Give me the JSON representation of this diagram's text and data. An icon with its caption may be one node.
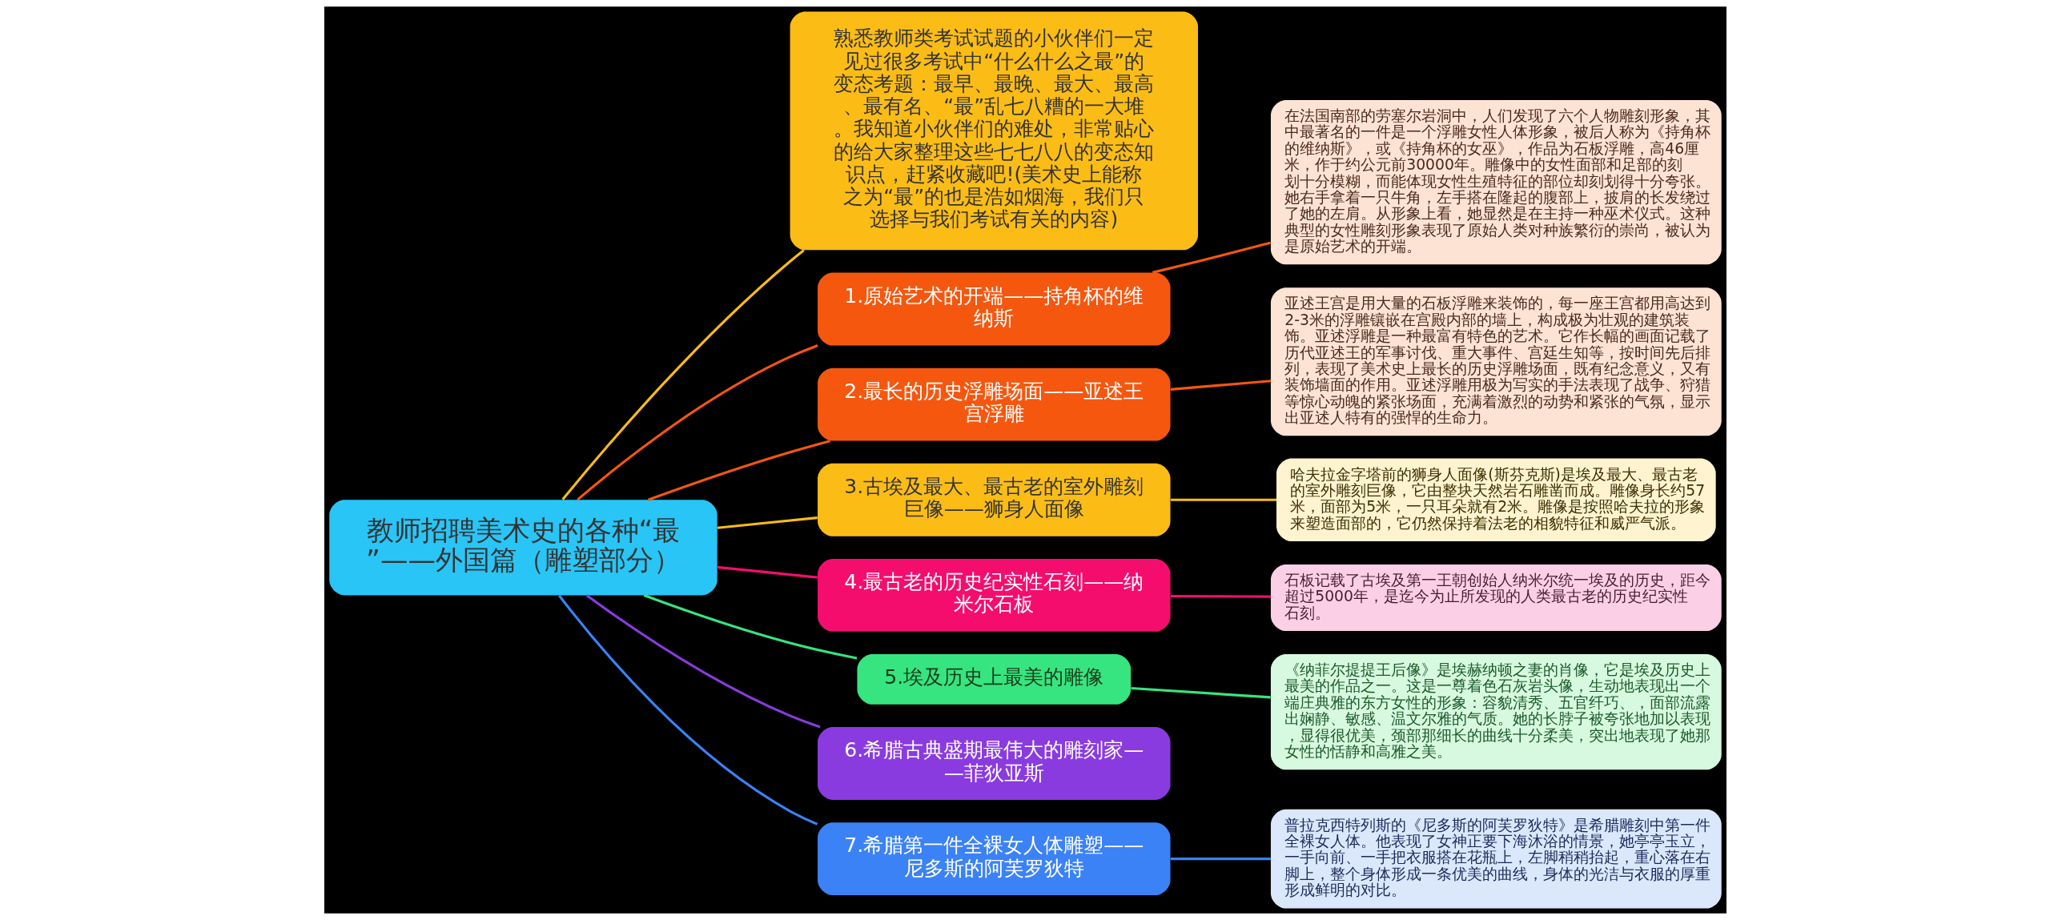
{
  "diagram": {
    "nodes": [
      {
        "text": [
          "教师招聘美术史的各种“最”——外国篇（雕塑部分）"
        ]
      },
      {
        "text": [
          "熟悉教师类考试试题的小伙伴们一定见过很多考试中“什么什么之最”的变态考题：最早、最晚、最大、最高、最有名、“最”乱七八糟的一大堆。我知道小伙伴们的难处，非常贴心的给大家整理这些七七八八的变态知识点，赶紧收藏吧!(美术史上能称之为“最”的也是浩如烟海，我们只选择与我们考试有关的内容)"
        ]
      },
      {
        "text": [
          "1.原始艺术的开端——持角杯的维纳斯"
        ]
      },
      {
        "text": [
          "在法国南部的劳塞尔岩洞中，人们发现了六个人物雕刻形象，其中最著名的一件是一个浮雕女性人体形象，被后人称为《持角杯的维纳斯》，或《持角杯的女巫》，作品为石板浮雕，高46厘米，作于约公元前30000年。雕像中的女性面部和足部的刻划十分模糊，而能体现女性生殖特征的部位却刻划得十分夸张。她右手拿着一只牛角，左手搭在隆起的腹部上，披肩的长发绕过了她的左肩。从形象上看，她显然是在主持一种巫术仪式。这种典型的女性雕刻形象表现了原始人类对种族繁衍的崇尚，被认为是原始艺术的开端。"
        ]
      },
      {
        "text": [
          "2.最长的历史浮雕场面——亚述王宫浮雕"
        ]
      },
      {
        "text": [
          "亚述王宫是用大量的石板浮雕来装饰的，每一座王宫都用高达到2-3米的浮雕镶嵌在宫殿内部的墙上，构成极为壮观的建筑装饰。亚述浮雕是一种最富有特色的艺术。它作长幅的画面记载了历代亚述王的军事讨伐、重大事件、宫廷生知等，按时间先后排列，表现了美术史上最长的历史浮雕场面，既有纪念意义，又有装饰墙面的作用。亚述浮雕用极为写实的手法表现了战争、狩猎等惊心动魄的紧张场面，充满着激烈的动势和紧张的气氛，显示出亚述人特有的强悍的生命力。"
        ]
      },
      {
        "text": [
          "3.古埃及最大、最古老的室外雕刻巨像——狮身人面像"
        ]
      },
      {
        "text": [
          "哈夫拉金字塔前的狮身人面像(斯芬克斯)是埃及最大、最古老的室外雕刻巨像，它由整块天然岩石雕凿而成。雕像身长约57米，面部为5米，一只耳朵就有2米。雕像是按照哈夫拉的形象来塑造面部的，它仍然保持着法老的相貌特征和威严气派。"
        ]
      },
      {
        "text": [
          "4.最古老的历史纪实性石刻——纳米尔石板"
        ]
      },
      {
        "text": [
          "石板记载了古埃及第一王朝创始人纳米尔统一埃及的历史，距今超过5000年，是迄今为止所发现的人类最古老的历史纪实性石刻。"
        ]
      },
      {
        "text": [
          "5.埃及历史上最美的雕像"
        ]
      },
      {
        "text": [
          "《纳菲尔提提王后像》是埃赫纳顿之妻的肖像，它是埃及历史上最美的作品之一。这是一尊着色石灰岩头像，生动地表现出一个端庄典雅的东方女性的形象：容貌清秀、五官纤巧、，面部流露出娴静、敏感、温文尔雅的气质。她的长脖子被夸张地加以表现，显得很优美，颈部那细长的曲线十分柔美，突出地表现了她那女性的恬静和高雅之美。"
        ]
      },
      {
        "text": [
          "6.希腊古典盛期最伟大的雕刻家——菲狄亚斯"
        ]
      },
      {
        "text": [
          "7.希腊第一件全裸女人体雕塑——尼多斯的阿芙罗狄特"
        ]
      },
      {
        "text": [
          "普拉克西特列斯的《尼多斯的阿芙罗狄特》是希腊雕刻中第一件全裸女人体。他表现了女神正要下海沐浴的情景，她亭亭玉立，一手向前、一手把衣服搭在花瓶上，左脚稍稍抬起，重心落在右脚上，整个身体形成一条优美的曲线，身体的光洁与衣服的厚重形成鲜明的对比。"
        ]
      }
    ],
    "edges": [
      {
        "from": 0,
        "to": 1,
        "arrow": "none",
        "color": "#fbbc16"
      },
      {
        "from": 0,
        "to": 2,
        "arrow": "none",
        "color": "#f5570f"
      },
      {
        "from": 2,
        "to": 3,
        "arrow": "none",
        "color": "#f5570f"
      },
      {
        "from": 0,
        "to": 4,
        "arrow": "none",
        "color": "#f5570f"
      },
      {
        "from": 4,
        "to": 5,
        "arrow": "none",
        "color": "#f5570f"
      },
      {
        "from": 0,
        "to": 6,
        "arrow": "none",
        "color": "#fbbc16"
      },
      {
        "from": 6,
        "to": 7,
        "arrow": "none",
        "color": "#fbbc16"
      },
      {
        "from": 0,
        "to": 8,
        "arrow": "none",
        "color": "#f50d6e"
      },
      {
        "from": 8,
        "to": 9,
        "arrow": "none",
        "color": "#f50d6e"
      },
      {
        "from": 0,
        "to": 10,
        "arrow": "none",
        "color": "#36e57f"
      },
      {
        "from": 10,
        "to": 11,
        "arrow": "none",
        "color": "#36e57f"
      },
      {
        "from": 0,
        "to": 12,
        "arrow": "none",
        "color": "#8a3be0"
      },
      {
        "from": 0,
        "to": 13,
        "arrow": "none",
        "color": "#3b82f6"
      },
      {
        "from": 13,
        "to": 14,
        "arrow": "none",
        "color": "#3b82f6"
      }
    ]
  }
}
